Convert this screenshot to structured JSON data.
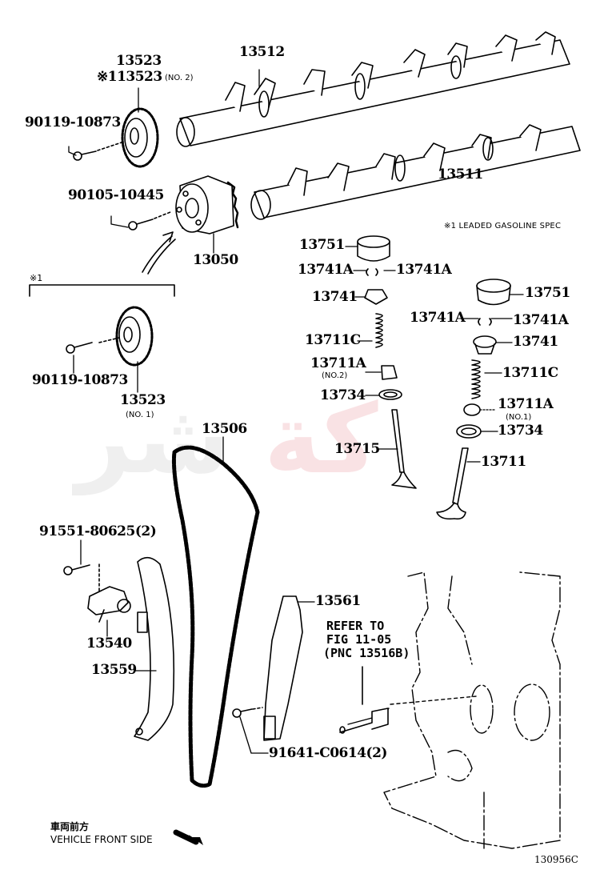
{
  "diagram": {
    "title": "Camshaft, Timing Chain & Valve Parts",
    "figure_number": "130956C",
    "footnote": "※1 LEADED GASOLINE SPEC",
    "bracket_marker": "※1",
    "front_direction": {
      "japanese": "車両前方",
      "english": "VEHICLE FRONT SIDE"
    },
    "refer_note": {
      "line1": "REFER TO",
      "line2": "FIG 11-05",
      "line3": "(PNC 13516B)"
    },
    "watermark": {
      "text": "شركة",
      "colors": [
        "#888888",
        "#d9263a"
      ]
    },
    "callouts": {
      "sprocket_no2": "13523",
      "sprocket_no2_alt": "※113523",
      "sprocket_no2_note": "(NO. 2)",
      "exhaust_camshaft": "13512",
      "intake_camshaft": "13511",
      "bolt_upper": "90119-10873",
      "bolt_vvt": "90105-10445",
      "vvt_gear": "13050",
      "bolt_lower": "90119-10873",
      "sprocket_no1": "13523",
      "sprocket_no1_note": "(NO. 1)",
      "chain": "13506",
      "tensioner_bolt": "91551-80625(2)",
      "tensioner": "13540",
      "slipper": "13559",
      "damper": "13561",
      "damper_bolt": "91641-C0614(2)",
      "lifter_a": "13751",
      "keeper_a_left": "13741A",
      "keeper_a_right": "13741A",
      "retainer_a": "13741",
      "spring_a": "13711C",
      "seat_a": "13711A",
      "seat_a_note": "(NO.2)",
      "washer_a": "13734",
      "exhaust_valve": "13715",
      "lifter_b": "13751",
      "keeper_b_left": "13741A",
      "keeper_b_right": "13741A",
      "retainer_b": "13741",
      "spring_b": "13711C",
      "seat_b": "13711A",
      "seat_b_note": "(NO.1)",
      "washer_b": "13734",
      "intake_valve": "13711"
    }
  }
}
